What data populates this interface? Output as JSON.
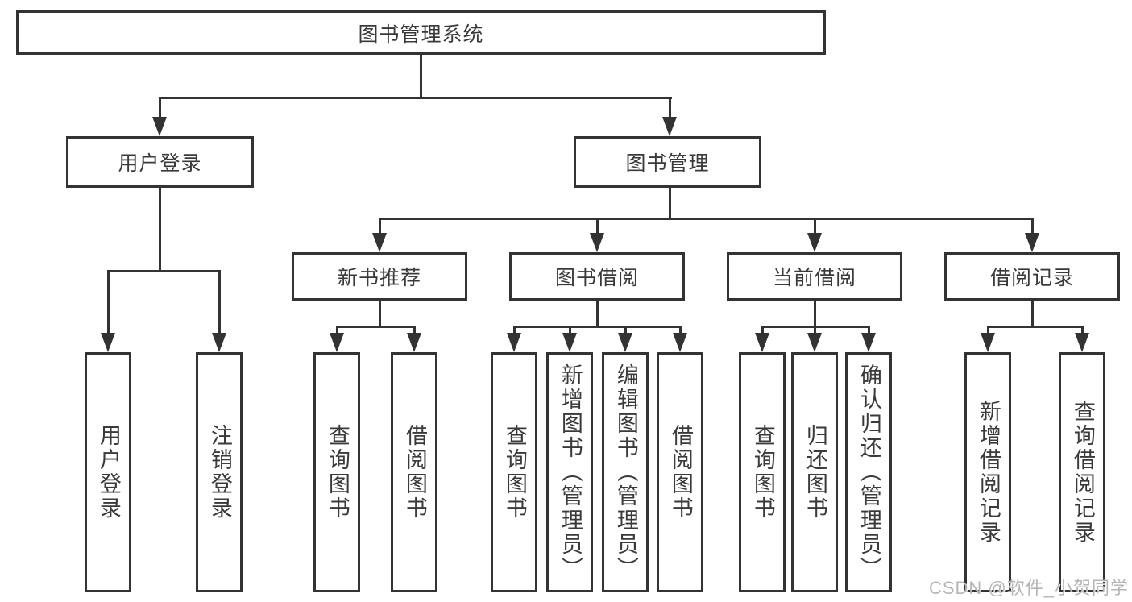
{
  "tree": {
    "root": {
      "label": "图书管理系统",
      "children": [
        {
          "label": "用户登录",
          "children": [
            {
              "label": "用户登录"
            },
            {
              "label": "注销登录"
            }
          ]
        },
        {
          "label": "图书管理",
          "children": [
            {
              "label": "新书推荐",
              "children": [
                {
                  "label": "查询图书"
                },
                {
                  "label": "借阅图书"
                }
              ]
            },
            {
              "label": "图书借阅",
              "children": [
                {
                  "label": "查询图书"
                },
                {
                  "label": "新增图书（管理员）"
                },
                {
                  "label": "编辑图书（管理员）"
                },
                {
                  "label": "借阅图书"
                }
              ]
            },
            {
              "label": "当前借阅",
              "children": [
                {
                  "label": "查询图书"
                },
                {
                  "label": "归还图书"
                },
                {
                  "label": "确认归还（管理员）"
                }
              ]
            },
            {
              "label": "借阅记录",
              "children": [
                {
                  "label": "新增借阅记录"
                },
                {
                  "label": "查询借阅记录"
                }
              ]
            }
          ]
        }
      ]
    }
  },
  "watermark": {
    "text": "CSDN @软件_小贺同学"
  },
  "colors": {
    "line": "#333333",
    "text": "#3a3a3a",
    "watermark": "#b5b5b5",
    "background": "#ffffff"
  }
}
